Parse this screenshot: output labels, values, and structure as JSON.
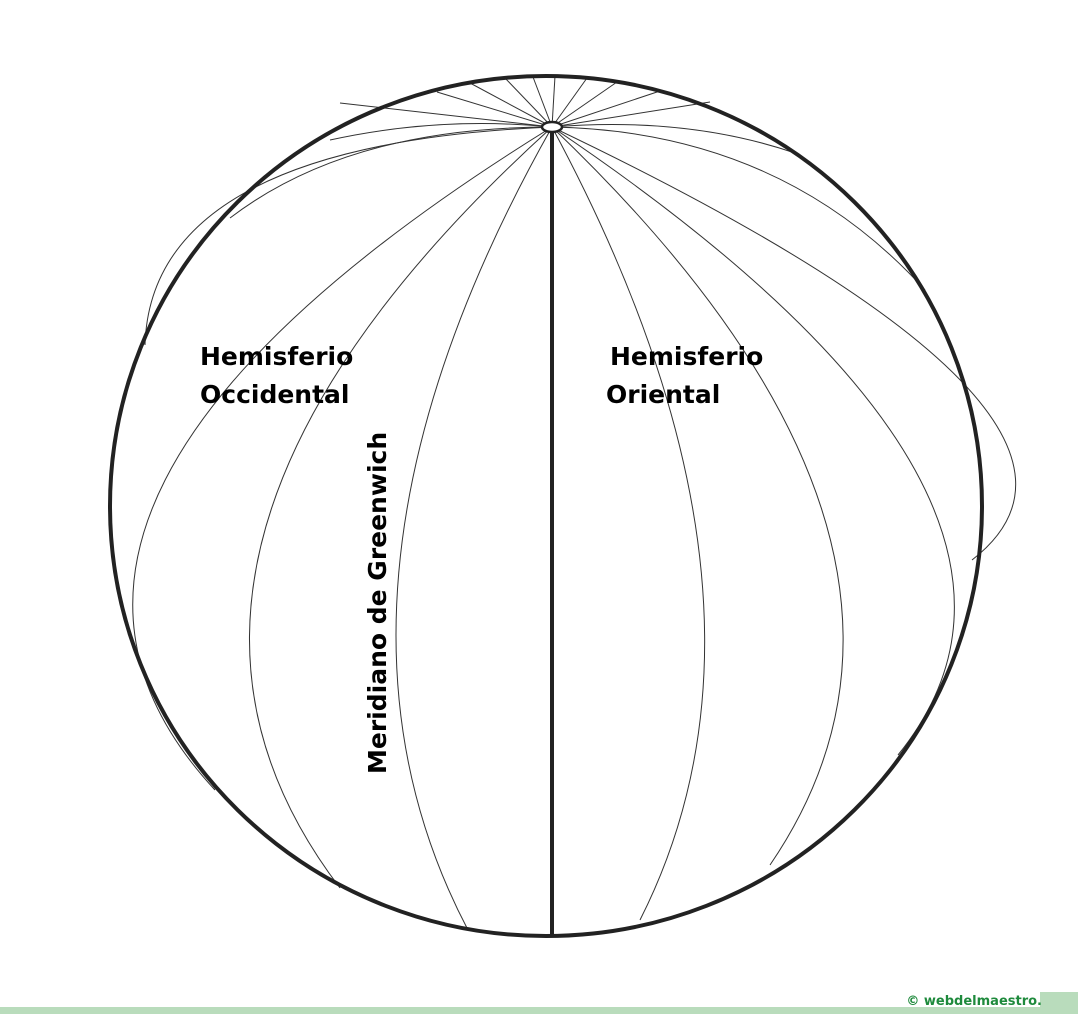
{
  "labels": {
    "west_line1": "Hemisferio",
    "west_line2": "Occidental",
    "east_line1": "Hemisferio",
    "east_line2": "Oriental",
    "meridian": "Meridiano de Greenwich"
  },
  "watermark": "© webdelmaestro.",
  "colors": {
    "stroke": "#222222",
    "footer": "#b9dcbc",
    "watermark": "#1e8a3c"
  }
}
